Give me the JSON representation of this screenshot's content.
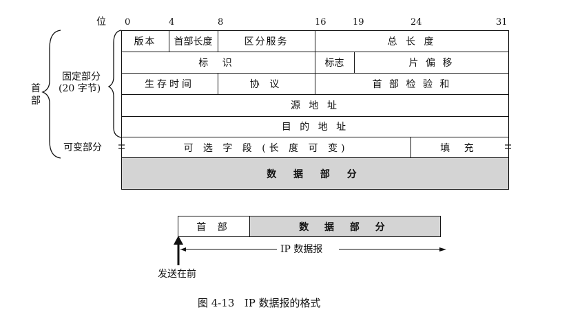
{
  "bit_label": "位",
  "bit_positions": [
    "0",
    "4",
    "8",
    "16",
    "19",
    "24",
    "31"
  ],
  "left_labels": {
    "header": "首\n部",
    "fixed_part": "固定部分",
    "fixed_bytes": "(20 字节)",
    "variable_part": "可变部分"
  },
  "fields": {
    "version": "版本",
    "header_length": "首部长度",
    "diff_services": "区分服务",
    "total_length": "总 长 度",
    "identification": "标 识",
    "flags": "标志",
    "fragment_offset": "片 偏 移",
    "ttl": "生存时间",
    "protocol": "协 议",
    "header_checksum": "首 部 检 验 和",
    "source_address": "源 地 址",
    "dest_address": "目 的 地 址",
    "options": "可 选 字 段 (长 度 可 变)",
    "padding": "填 充",
    "data": "数 据 部 分"
  },
  "datagram": {
    "header": "首 部",
    "data": "数 据 部 分",
    "label": "IP 数据报",
    "send_first": "发送在前"
  },
  "caption": "图 4-13   IP 数据报的格式"
}
